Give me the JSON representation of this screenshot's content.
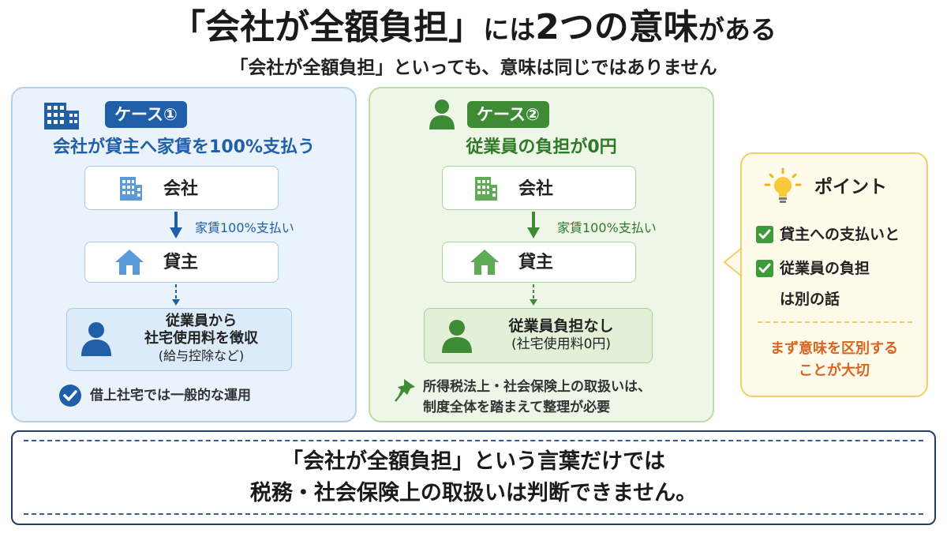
{
  "header": {
    "title_main": "「会社が全額負担」",
    "title_mid1": "には",
    "title_num": "2つの意味",
    "title_end": "がある",
    "subtitle": "「会社が全額負担」といっても、意味は同じではありません"
  },
  "case1": {
    "badge": "ケース①",
    "title": "会社が貸主へ家賃を100%支払う",
    "box1": "会社",
    "arrow1": "家賃100%支払い",
    "box2": "貸主",
    "box3_line1": "従業員から",
    "box3_line2": "社宅使用料を徴収",
    "box3_line3": "(給与控除など)",
    "note": "借上社宅では一般的な運用",
    "color": "#1f5fa8"
  },
  "case2": {
    "badge": "ケース②",
    "title": "従業員の負担が0円",
    "box1": "会社",
    "arrow1": "家賃100%支払い",
    "box2": "貸主",
    "box3_line1": "従業員負担なし",
    "box3_line2": "(社宅使用料0円)",
    "note_line1": "所得税法上・社会保険上の取扱いは、",
    "note_line2": "制度全体を踏まえて整理が必要",
    "color": "#3e8a35"
  },
  "point": {
    "title": "ポイント",
    "item1": "貸主への支払いと",
    "item2": "従業員の負担",
    "item2b": "は別の話",
    "conclusion_line1": "まず意味を区別する",
    "conclusion_line2": "ことが大切",
    "accent": "#d9641f"
  },
  "bottom": {
    "line1": "「会社が全額負担」という言葉だけでは",
    "line2": "税務・社会保険上の取扱いは判断できません。"
  },
  "icons": [
    "building-icon",
    "person-icon",
    "house-icon",
    "lightbulb-icon",
    "check-circle-icon",
    "pushpin-icon",
    "checkbox-icon",
    "arrow-down-icon"
  ]
}
